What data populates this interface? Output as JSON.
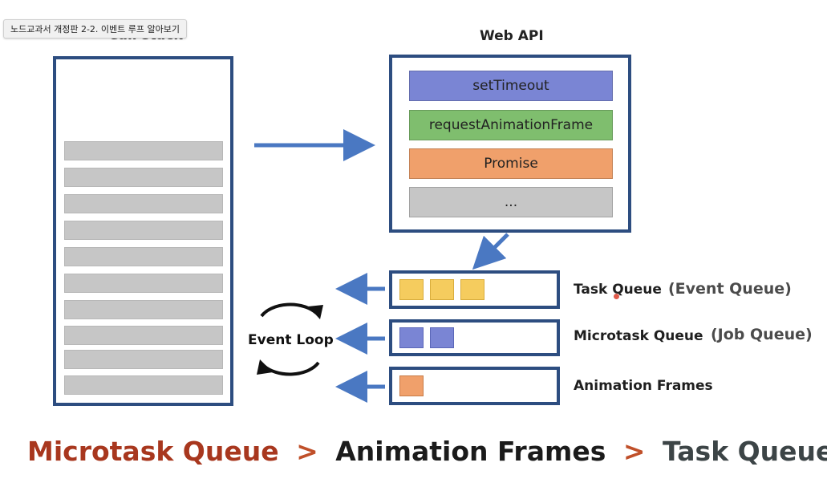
{
  "tooltip": "노드교과서 개정판 2-2. 이벤트 루프 알아보기",
  "call_stack": {
    "title": "Call stack"
  },
  "web_api": {
    "title": "Web API",
    "items": [
      {
        "label": "setTimeout",
        "color": "#7a85d4"
      },
      {
        "label": "requestAnimationFrame",
        "color": "#7fbe6e"
      },
      {
        "label": "Promise",
        "color": "#f0a06b"
      },
      {
        "label": "...",
        "color": "#c6c6c6"
      }
    ]
  },
  "event_loop": {
    "label": "Event Loop"
  },
  "queues": {
    "task": {
      "label": "Task Queue",
      "alias": "(Event Queue)"
    },
    "microtask": {
      "label": "Microtask Queue",
      "alias": "(Job Queue)"
    },
    "animation": {
      "label": "Animation Frames"
    }
  },
  "priority": {
    "first": "Microtask Queue",
    "sep1": ">",
    "second": "Animation Frames",
    "sep2": ">",
    "third": "Task Queue"
  },
  "colors": {
    "border": "#2d4d80",
    "arrow": "#4a78c2",
    "priority_first": "#a8371e",
    "priority_sep": "#c0502a",
    "priority_second": "#1b1b1b",
    "priority_third": "#3c4446"
  }
}
